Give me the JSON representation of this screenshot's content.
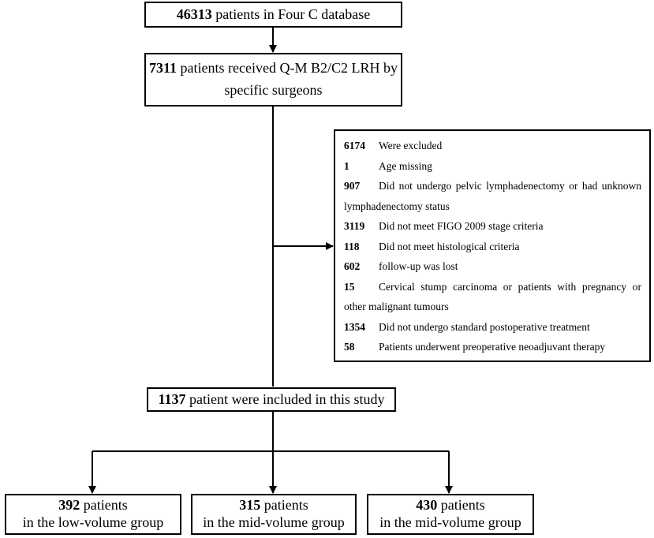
{
  "colors": {
    "stroke": "#000000",
    "background": "#ffffff"
  },
  "top": {
    "number": "46313",
    "text": "patients  in Four C database"
  },
  "second": {
    "number": "7311",
    "line1": "patients received Q-M B2/C2 LRH by",
    "line2": "specific surgeons"
  },
  "excluded": {
    "header_number": "6174",
    "header_text": "Were excluded",
    "items": [
      {
        "number": "1",
        "text": "Age missing"
      },
      {
        "number": "907",
        "text": "Did  not undergo  pelvic  lymphadenectomy  or had unknown",
        "continuation": "lymphadenectomy  status"
      },
      {
        "number": "3119",
        "text": "Did not meet FIGO 2009 stage criteria"
      },
      {
        "number": "118",
        "text": "Did not meet histological  criteria"
      },
      {
        "number": "602",
        "text": "follow-up  was lost"
      },
      {
        "number": "15",
        "text": "Cervical stump carcinoma  or patients with pregnancy  or",
        "continuation": "other malignant tumours"
      },
      {
        "number": "1354",
        "text": "Did not undergo  standard postoperative treatment"
      },
      {
        "number": "58",
        "text": "Patients underwent preoperative  neoadjuvant therapy"
      }
    ]
  },
  "included": {
    "number": "1137",
    "text": "patient were included  in this study"
  },
  "groups": [
    {
      "number": "392",
      "line1": "patients",
      "line2": "in the low-volume group"
    },
    {
      "number": "315",
      "line1": "patients",
      "line2": "in the mid-volume group"
    },
    {
      "number": "430",
      "line1": "patients",
      "line2": "in the mid-volume group"
    }
  ]
}
